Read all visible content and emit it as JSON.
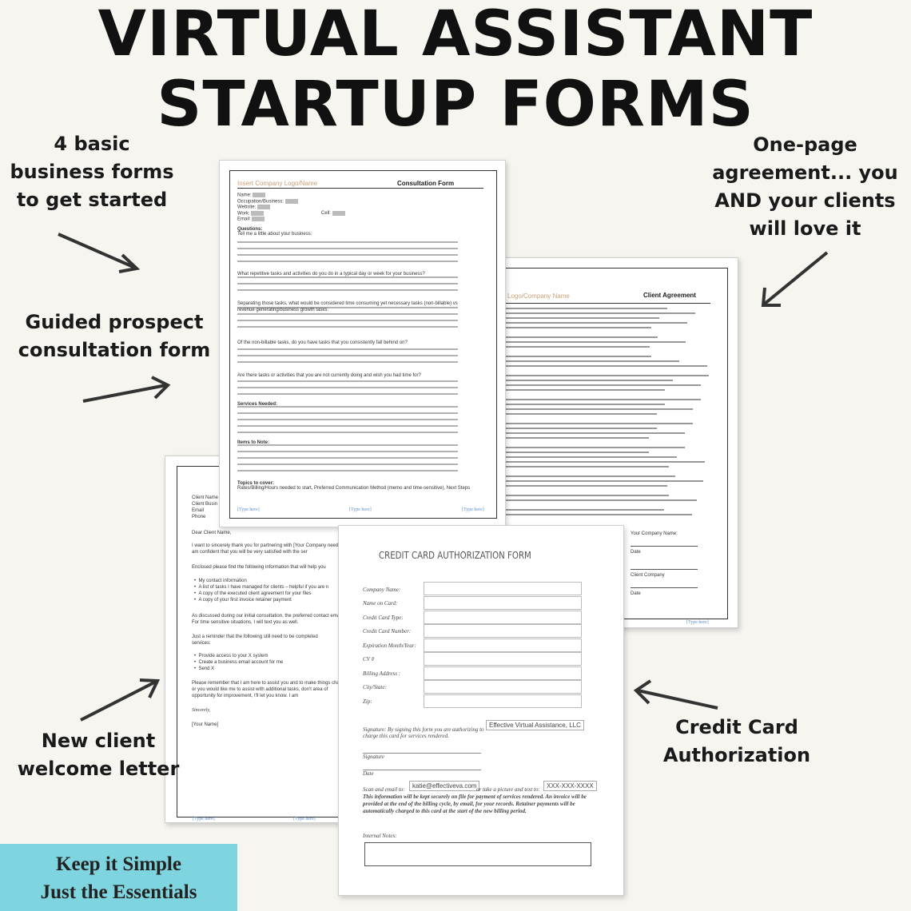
{
  "title": {
    "line1": "VIRTUAL ASSISTANT",
    "line2": "STARTUP FORMS"
  },
  "notes": {
    "basic": [
      "4 basic",
      "business forms",
      "to get started"
    ],
    "agreement": [
      "One-page",
      "agreement... you",
      "AND your clients",
      "will love it"
    ],
    "guided": [
      "Guided prospect",
      "consultation form"
    ],
    "credit": [
      "Credit Card",
      "Authorization"
    ],
    "welcome": [
      "New client",
      "welcome letter"
    ]
  },
  "consultation": {
    "logo": "Insert Company Logo/Name",
    "title": "Consultation Form",
    "fields": [
      "Name:",
      "Occupation/Business:",
      "Website:",
      "Work:",
      "Email:"
    ],
    "cell": "Cell:",
    "questions_label": "Questions:",
    "q1": "Tell me a little about your business:",
    "q2": "What repetitive tasks and activities do you do in a typical day or week for your business?",
    "q3": "Separating those tasks, what would be considered time consuming yet necessary tasks (non-billable) vs revenue generating/business growth tasks.",
    "q4": "Of the non-billable tasks, do you have tasks that you consistently fall behind on?",
    "q5": "Are there tasks or activities that you are not currently doing and wish you had time for?",
    "services": "Services Needed:",
    "items": "Items to Note:",
    "topics": "Topics to cover:",
    "topics_text": "Rates/Billing/Hours needed to start, Preferred Communication Method (memo and time-sensitive), Next Steps",
    "footer": [
      "[Type here]",
      "[Type here]",
      "[Type here]"
    ]
  },
  "agreement": {
    "logo": "Logo/Company Name",
    "title": "Client Agreement",
    "sign": [
      "Your Company Name:",
      "Date",
      "Client Company",
      "Date"
    ],
    "footer": "[Type here]"
  },
  "letter": {
    "header": [
      "Client Name",
      "Client Busin",
      "Email",
      "Phone"
    ],
    "greeting": "Dear Client Name,",
    "p1": "I want to sincerely thank you for partnering with [Your Company needs. I am confident that you will be very satisfied with the ser",
    "p2": "Enclosed please find the following information that will help you",
    "bullets": [
      "My contact information",
      "A list of tasks I have managed for clients – helpful if you are n",
      "A copy of the executed client agreement for your files",
      "A copy of your first invoice retainer payment"
    ],
    "p3": "As discussed during our initial consultation, the preferred contact email. For time sensitive situations, I will text you as well.",
    "p4": "Just a reminder that the following still need to be completed",
    "p4b": "services:",
    "bullets2": [
      "Provide access to your X system",
      "Create a business email account for me",
      "Send X"
    ],
    "p5": "Please remember that I am here to assist you and to make things change or you would like me to assist with additional tasks, don't area of opportunity for improvement, I'll let you know. I am",
    "closing": "Sincerely,",
    "name": "[Your Name]",
    "footer": [
      "[Type here]",
      "[Type here]"
    ]
  },
  "credit": {
    "title": "CREDIT CARD AUTHORIZATION FORM",
    "fields": [
      "Company Name:",
      "Name on Card:",
      "Credit Card Type:",
      "Credit Card Number:",
      "Expiration Month/Year:",
      "CV #",
      "Billing Address :",
      "City/State:",
      "Zip:"
    ],
    "signature_text": "Signature: By signing this form you are authorizing to charge this card for services rendered.",
    "company_value": "Effective Virtual Assistance, LLC",
    "signature_label": "Signature",
    "date_label": "Date",
    "scan_prefix": "Scan and email to:",
    "email_value": "katie@effectiveva.com",
    "scan_mid": "or take a picture and text to:",
    "phone_value": "XXX-XXX-XXXX",
    "scan_text": "This information will be kept securely on file for payment of services rendered. An invoice will be provided at the end of the billing cycle, by email, for your records. Retainer payments will be automatically charged to this card at the start of the new billing period.",
    "internal_notes": "Internal Notes:"
  },
  "banner": {
    "line1": "Keep it Simple",
    "line2": "Just the Essentials"
  },
  "colors": {
    "banner": "#7fd5df",
    "background": "#f7f5f0",
    "text": "#111111"
  }
}
